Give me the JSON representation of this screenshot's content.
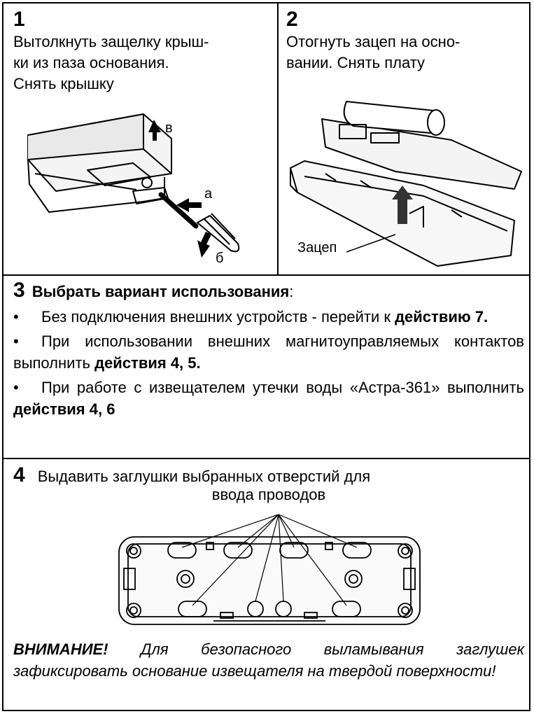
{
  "step1": {
    "number": "1",
    "text_line1": "Вытолкнуть защелку крыш-",
    "text_line2": "ки из паза основания.",
    "text_line3": "Снять крышку",
    "label_v": "в",
    "label_a": "а",
    "label_b": "б"
  },
  "step2": {
    "number": "2",
    "text_line1": "Отогнуть зацеп на осно-",
    "text_line2": "вании. Снять плату",
    "label_zacep": "Зацеп"
  },
  "step3": {
    "number": "3",
    "heading": "Выбрать вариант использования",
    "heading_colon": ":",
    "items": [
      {
        "bullet": "•",
        "text_before": "Без подключения внешних устройств - перейти к ",
        "text_bold": "действию 7."
      },
      {
        "bullet": "•",
        "text_before": "При использовании  внешних магнитоуправляемых контактов выполнить ",
        "text_bold": "действия  4, 5."
      },
      {
        "bullet": "•",
        "text_before": "При работе с извещателем утечки воды «Астра-361» выполнить ",
        "text_bold": "действия  4, 6"
      }
    ]
  },
  "step4": {
    "number": "4",
    "text_line1": "Выдавить заглушки выбранных отверстий для",
    "text_line2": "ввода проводов"
  },
  "warning": {
    "label": "ВНИМАНИЕ!",
    "text": " Для безопасного выламывания заглушек зафиксировать основание извещателя на твердой поверхности!"
  }
}
